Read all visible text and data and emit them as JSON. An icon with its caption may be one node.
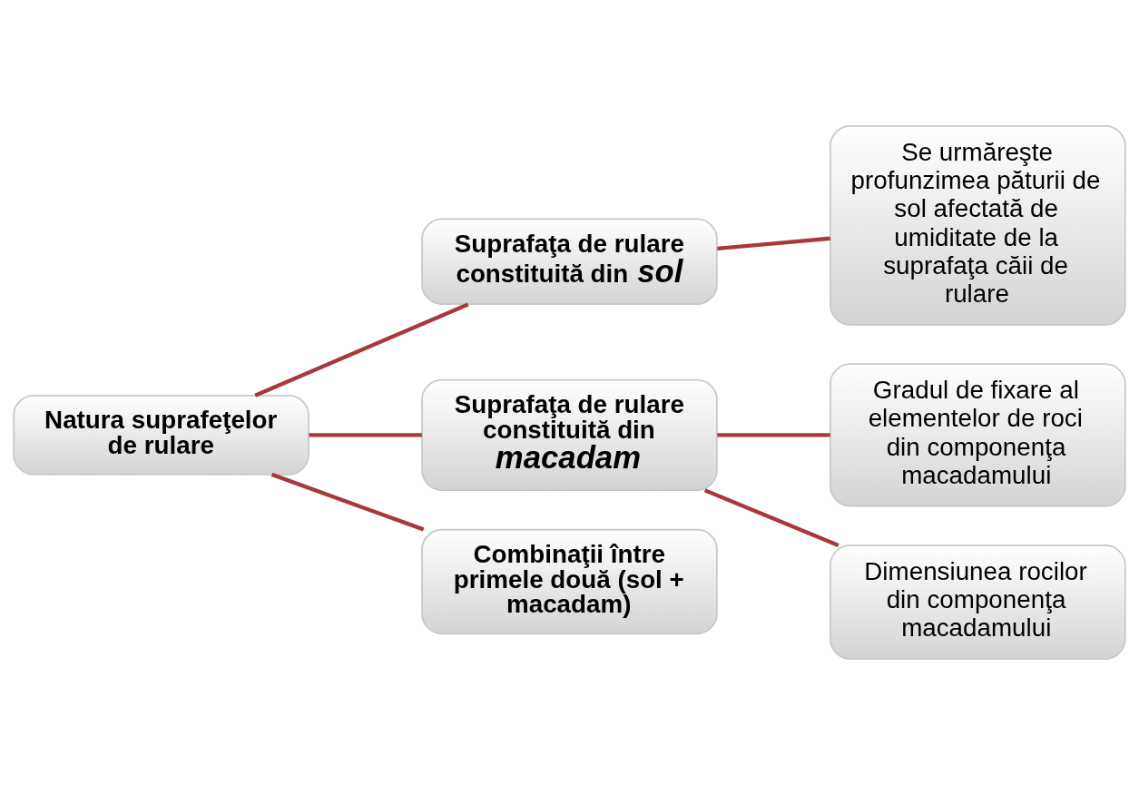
{
  "diagram": {
    "nodes": [
      {
        "text": [
          "Natura suprafeţelor de rulare"
        ]
      },
      {
        "text": [
          "Suprafaţa de rulare constituită din *sol*"
        ]
      },
      {
        "text": [
          "Suprafaţa de rulare constituită din *macadam*"
        ]
      },
      {
        "text": [
          "Combinaţii între primele două (sol + macadam)"
        ]
      },
      {
        "text": [
          "Se urmăreşte profunzimea păturii de sol afectată de umiditate de la suprafaţa căii de rulare"
        ]
      },
      {
        "text": [
          "Gradul de fixare al elementelor de roci din componenţa macadamului"
        ]
      },
      {
        "text": [
          "Dimensiunea rocilor din componenţa macadamului"
        ]
      }
    ],
    "edges": [
      {
        "from": 0,
        "to": 1,
        "arrow": "none"
      },
      {
        "from": 0,
        "to": 2,
        "arrow": "none"
      },
      {
        "from": 0,
        "to": 3,
        "arrow": "none"
      },
      {
        "from": 1,
        "to": 4,
        "arrow": "none"
      },
      {
        "from": 2,
        "to": 5,
        "arrow": "none"
      },
      {
        "from": 2,
        "to": 6,
        "arrow": "none"
      }
    ]
  }
}
